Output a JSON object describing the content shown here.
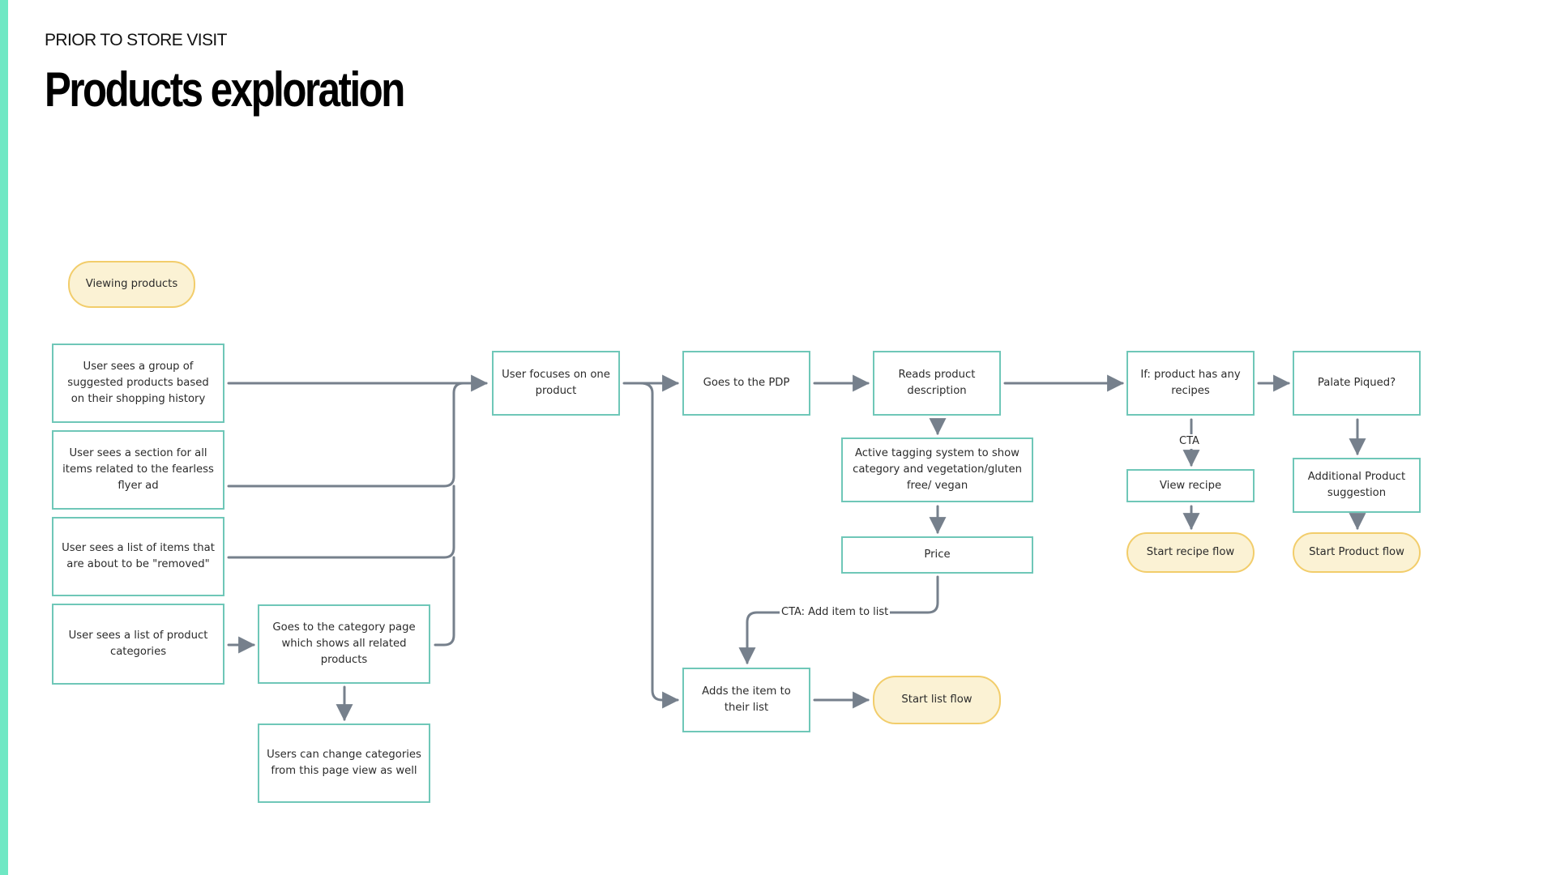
{
  "colors": {
    "accent_bar": "#6fe8c4",
    "box_border": "#6fc7b8",
    "terminal_fill": "#fbf2d4",
    "terminal_border": "#f2cd6b",
    "connector": "#76808c"
  },
  "header": {
    "eyebrow": "PRIOR TO STORE VISIT",
    "title": "Products exploration"
  },
  "flow": {
    "start": "Viewing products",
    "entry_1": "User sees a group of suggested products based on their shopping history",
    "entry_2": "User sees a section for all items related to the fearless flyer ad",
    "entry_3": "User sees a list of items that are about to be \"removed\"",
    "entry_4": "User sees a list of product categories",
    "category_page": "Goes to the category page which shows all related products",
    "change_categories": "Users can change categories from this page view as well",
    "focus_product": "User focuses on one product",
    "goes_pdp": "Goes to the PDP",
    "reads_description": "Reads product description",
    "tagging_system": "Active tagging system to show category and vegetation/gluten free/ vegan",
    "price": "Price",
    "add_to_list": "Adds the item to their list",
    "start_list_flow": "Start list flow",
    "has_recipes": "If: product has any recipes",
    "view_recipe": "View recipe",
    "start_recipe_flow": "Start recipe flow",
    "palate_piqued": "Palate Piqued?",
    "additional_suggestion": "Additional Product suggestion",
    "start_product_flow": "Start Product flow"
  },
  "edge_labels": {
    "cta_add": "CTA: Add item to list",
    "cta": "CTA"
  }
}
